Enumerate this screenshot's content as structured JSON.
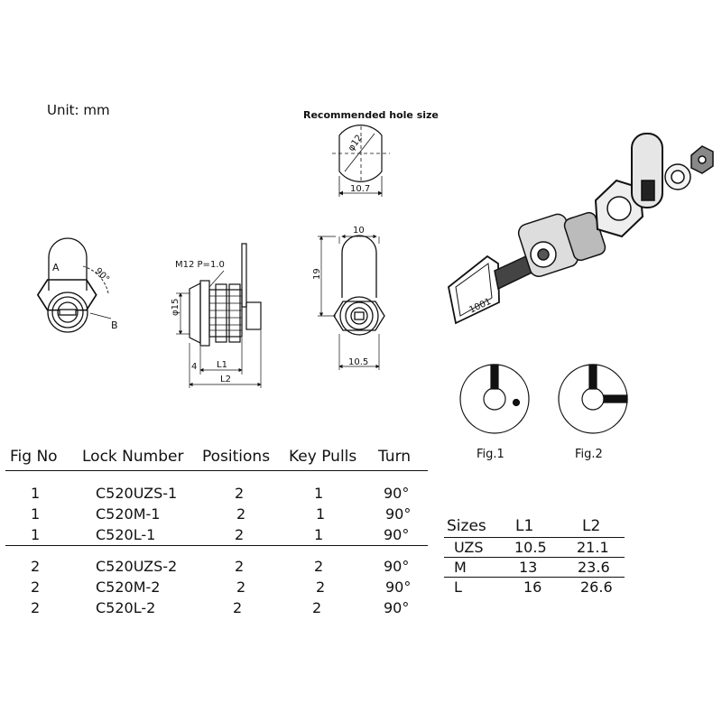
{
  "unit_label": "Unit:  mm",
  "hole": {
    "title": "Recommended hole size",
    "diameter": "φ12",
    "width": "10.7"
  },
  "front_view": {
    "pos_a": "A",
    "pos_b": "B",
    "angle": "90°"
  },
  "side_view": {
    "thread": "M12  P=1.0",
    "diameter": "φ15",
    "flange": "4",
    "l1": "L1",
    "l2": "L2"
  },
  "end_view": {
    "top": "10",
    "height": "19",
    "bottom": "10.5"
  },
  "key_stamp": "1001",
  "figures": [
    {
      "label": "Fig.1"
    },
    {
      "label": "Fig.2"
    }
  ],
  "lock_table": {
    "headers": [
      "Fig No",
      "Lock Number",
      "Positions",
      "Key Pulls",
      "Turn"
    ],
    "rows": [
      [
        "1",
        "C520UZS-1",
        "2",
        "1",
        "90°"
      ],
      [
        "1",
        "C520M-1",
        "2",
        "1",
        "90°"
      ],
      [
        "1",
        "C520L-1",
        "2",
        "1",
        "90°"
      ],
      [
        "2",
        "C520UZS-2",
        "2",
        "2",
        "90°"
      ],
      [
        "2",
        "C520M-2",
        "2",
        "2",
        "90°"
      ],
      [
        "2",
        "C520L-2",
        "2",
        "2",
        "90°"
      ]
    ]
  },
  "sizes_table": {
    "headers": [
      "Sizes",
      "L1",
      "L2"
    ],
    "rows": [
      [
        "UZS",
        "10.5",
        "21.1"
      ],
      [
        "M",
        "13",
        "23.6"
      ],
      [
        "L",
        "16",
        "26.6"
      ]
    ]
  }
}
